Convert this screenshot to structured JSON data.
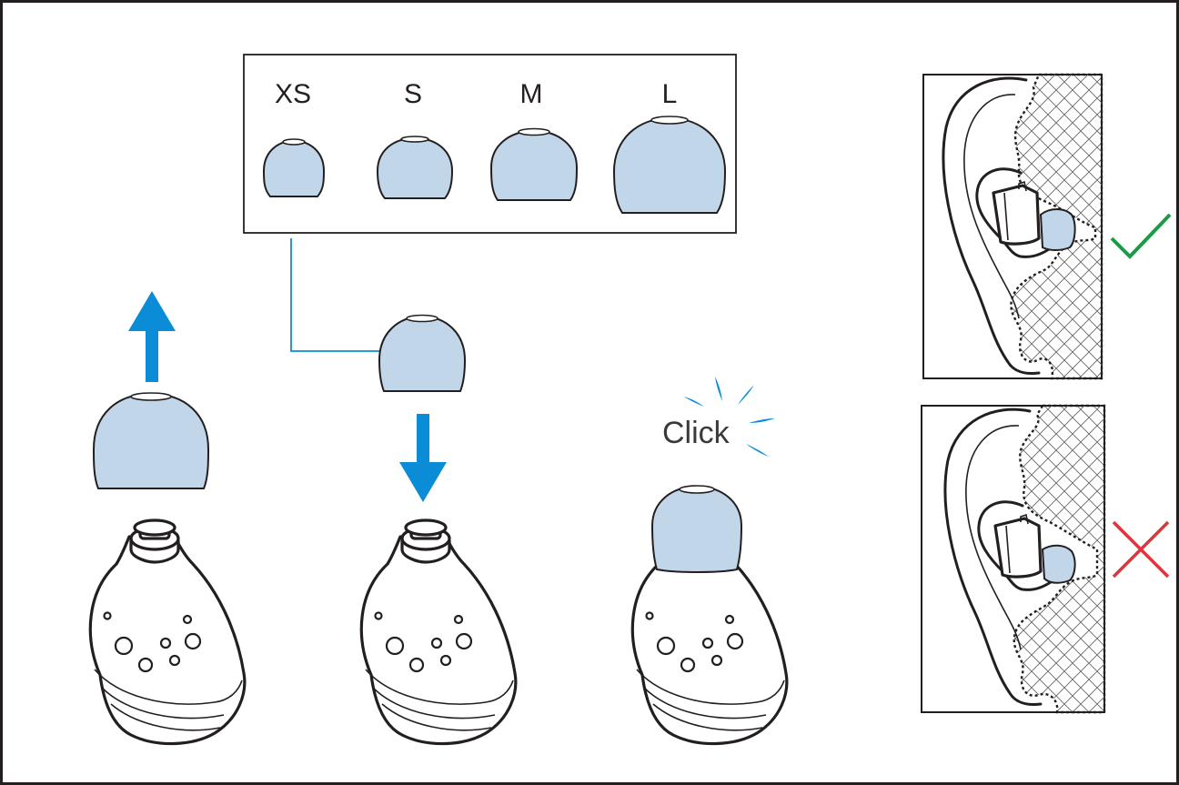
{
  "sizes": {
    "xs": "XS",
    "s": "S",
    "m": "M",
    "l": "L"
  },
  "click_label": "Click",
  "colors": {
    "arrow": "#0a8dd6",
    "tip_fill": "#c2d6ea",
    "check": "#1c9a46",
    "cross": "#e0353c",
    "outline": "#231f20"
  },
  "icons": {
    "correct_fit": "check-icon",
    "wrong_fit": "cross-icon",
    "remove": "arrow-up-icon",
    "attach": "arrow-down-icon"
  }
}
